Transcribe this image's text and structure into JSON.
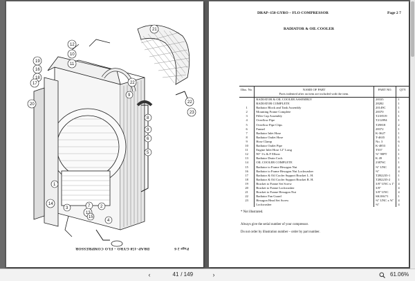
{
  "left_page": {
    "header": "DRAP–150 GYRO – FLO COMPRESSOR",
    "page_no": "Page 2 6",
    "callouts": [
      "21",
      "22",
      "16",
      "19",
      "18",
      "20",
      "17",
      "9",
      "12",
      "10",
      "11",
      "8",
      "6",
      "5",
      "1",
      "2",
      "3",
      "4",
      "7",
      "13",
      "14",
      "15",
      "23"
    ]
  },
  "right_page": {
    "header": "DRAP–150 GYRO – FLO COMPRESSOR",
    "page_no": "Page 2 7",
    "section_title": "RADIATOR & OIL COOLER",
    "table_header": {
      "illus": "Illus. No.",
      "name": "NAME OF PART",
      "name_sub": "Parts indented after an item are included with the item.",
      "part_no": "PART NO.",
      "qty": "QTY"
    },
    "rows": [
      {
        "no": "",
        "name": "RADIATOR & OIL COOLER ASSEMBLY",
        "part": "28335",
        "qty": "1"
      },
      {
        "no": "",
        "name": "RADIATOR COMPLETE",
        "part": "28282",
        "qty": "1"
      },
      {
        "no": "1",
        "name": "    Radiator Block and Tank Assembly",
        "part": "20149C",
        "qty": "1"
      },
      {
        "no": "2",
        "name": "    Mounting Frame Complete",
        "part": "28370",
        "qty": "1"
      },
      {
        "no": "3",
        "name": "    Filler Cap Assembly",
        "part": "T218519",
        "qty": "1"
      },
      {
        "no": "4",
        "name": "    Overflow Pipe",
        "part": "T212094",
        "qty": "1"
      },
      {
        "no": "5",
        "name": "    Overflow Pipe Clips",
        "part": "T29818",
        "qty": "2"
      },
      {
        "no": "6",
        "name": "    Funnel",
        "part": "28372",
        "qty": "1"
      },
      {
        "no": "7",
        "name": "Radiator Inlet Hose",
        "part": "K-3627",
        "qty": "1"
      },
      {
        "no": "8",
        "name": "Radiator Outlet Hose",
        "part": "T-4635",
        "qty": "1"
      },
      {
        "no": "9",
        "name": "Hose Clamp",
        "part": "No. 3",
        "qty": "6"
      },
      {
        "no": "10",
        "name": "Radiator Outlet Pipe",
        "part": "K-4853",
        "qty": "1"
      },
      {
        "no": "11",
        "name": "Engine Inlet Hose 12\" Long",
        "part": "T537",
        "qty": "1"
      },
      {
        "no": "12",
        "name": "90° 1¼ & F Elbow",
        "part": "⅝\" 90PT",
        "qty": "1"
      },
      {
        "no": "13",
        "name": "Radiator Drain Cock",
        "part": "K 49",
        "qty": "1"
      },
      {
        "no": "14",
        "name": "OIL COOLER COMPLETE",
        "part": "23876C",
        "qty": "1"
      },
      {
        "no": "15",
        "name": "Radiator to Frame Hexagon Nut",
        "part": "⅜\" UNC",
        "qty": "4"
      },
      {
        "no": "16",
        "name": "Radiator to Frame Hexagon Nut Lockwasher",
        "part": "⅜\"",
        "qty": "4"
      },
      {
        "no": "17",
        "name": "Radiator & Oil Cooler Support Bracket L. H.",
        "part": "T2R2235-1",
        "qty": "1"
      },
      {
        "no": "18",
        "name": "Radiator & Oil Cooler Support Bracket R. H.",
        "part": "T2R2235-2",
        "qty": "1"
      },
      {
        "no": "19",
        "name": "Bracket to Frame Set Screw",
        "part": "3/8\" UNC x 1\"",
        "qty": "4"
      },
      {
        "no": "20",
        "name": "Bracket to Frame Lockwasher",
        "part": "3/8\"",
        "qty": "4"
      },
      {
        "no": "21",
        "name": "Bracket to Frame Hexagon Nut",
        "part": "3/8\" UNC",
        "qty": "4"
      },
      {
        "no": "22",
        "name": "Radiator Fan Guard",
        "part": "SK106/71",
        "qty": "1"
      },
      {
        "no": "23",
        "name": "Hexagon Head Set Screw",
        "part": "⅜\" UNC x ⅝\"",
        "qty": "4"
      },
      {
        "no": "",
        "name": "Lockwasher",
        "part": "⅜\"",
        "qty": "4"
      }
    ],
    "footnote": "* Not illustrated.",
    "note1": "Always give the serial number of your compressor.",
    "note2": "Do not order by illustration number – order by part number."
  },
  "status_bar": {
    "prev_label": "‹",
    "next_label": "›",
    "current_page": "41",
    "page_separator": "/ 149",
    "zoom_label": "61.06%",
    "zoom_icon": "zoom-icon"
  }
}
